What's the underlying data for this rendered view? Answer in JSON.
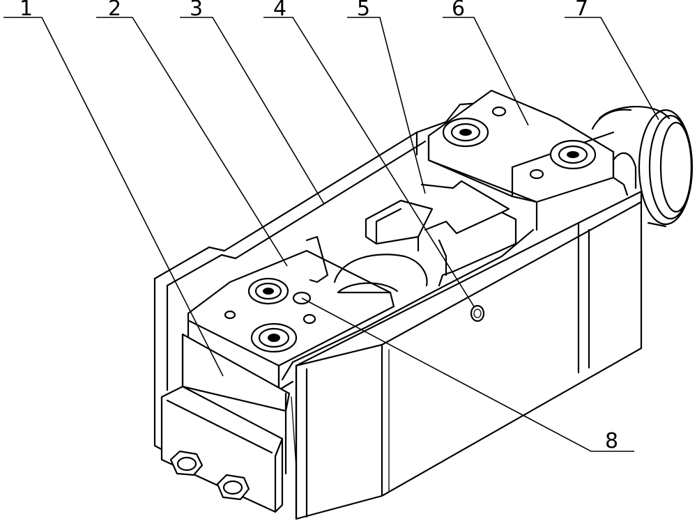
{
  "labels": [
    "1",
    "2",
    "3",
    "4",
    "5",
    "6",
    "7",
    "8"
  ],
  "colors": {
    "line": "#000000",
    "background": "#ffffff"
  }
}
